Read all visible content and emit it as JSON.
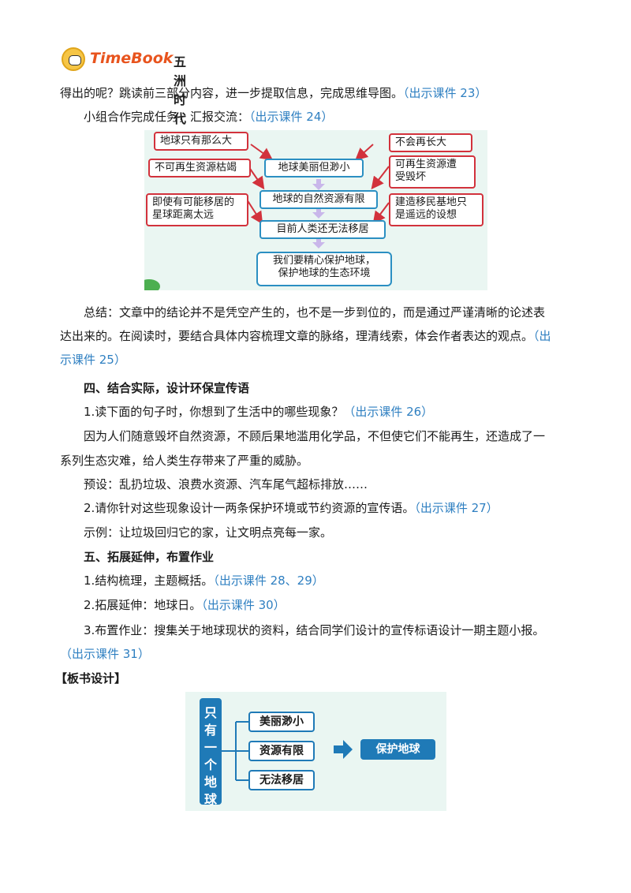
{
  "header": {
    "brand": "TimeBook",
    "brand_cn": "五洲时代天华"
  },
  "lines": {
    "l1": "得出的呢？跳读前三部分内容，进一步提取信息，完成思维导图。",
    "l1_ref": "（出示课件 23）",
    "l2": "小组合作完成任务，汇报交流：",
    "l2_ref": "（出示课件 24）",
    "sum1": "总结：文章中的结论并不是凭空产生的，也不是一步到位的，而是通过严谨清晰的论述表",
    "sum2": "达出来的。在阅读时，要结合具体内容梳理文章的脉络，理清线索，体会作者表达的观点。",
    "sum2_ref": "（出",
    "sum3_ref": "示课件 25）",
    "h4": "四、结合实际，设计环保宣传语",
    "q1": "1.读下面的句子时，你想到了生活中的哪些现象？",
    "q1_ref": "（出示课件 26）",
    "quote1": "因为人们随意毁坏自然资源，不顾后果地滥用化学品，不但使它们不能再生，还造成了一",
    "quote2": "系列生态灾难，给人类生存带来了严重的威胁。",
    "preset": "预设：乱扔垃圾、浪费水资源、汽车尾气超标排放……",
    "q2": "2.请你针对这些现象设计一两条保护环境或节约资源的宣传语。",
    "q2_ref": "（出示课件 27）",
    "example": "示例：让垃圾回归它的家，让文明点亮每一家。",
    "h5": "五、拓展延伸，布置作业",
    "s1": "1.结构梳理，主题概括。",
    "s1_ref": "（出示课件 28、29）",
    "s2": "2.拓展延伸：地球日。",
    "s2_ref": "（出示课件 30）",
    "s3": "3.布置作业：搜集关于地球现状的资料，结合同学们设计的宣传标语设计一期主题小报。",
    "s3_ref": "（出示课件 31）",
    "board_title": "【板书设计】"
  },
  "mindmap": {
    "left_top": "地球只有那么大",
    "left_mid": "不可再生资源枯竭",
    "left_bot1": "即使有可能移居的",
    "left_bot2": "星球距离太远",
    "right_top": "不会再长大",
    "right_mid1": "可再生资源遭",
    "right_mid2": "受毁坏",
    "right_bot1": "建造移民基地只",
    "right_bot2": "是遥远的设想",
    "c1": "地球美丽但渺小",
    "c2": "地球的自然资源有限",
    "c3": "目前人类还无法移居",
    "c4a": "我们要精心保护地球，",
    "c4b": "保护地球的生态环境"
  },
  "board": {
    "vertical": [
      "只",
      "有",
      "一",
      "个",
      "地",
      "球"
    ],
    "items": [
      "美丽渺小",
      "资源有限",
      "无法移居"
    ],
    "target": "保护地球",
    "colors": {
      "primary": "#1f7ab7",
      "bg": "#eaf6f2"
    }
  }
}
